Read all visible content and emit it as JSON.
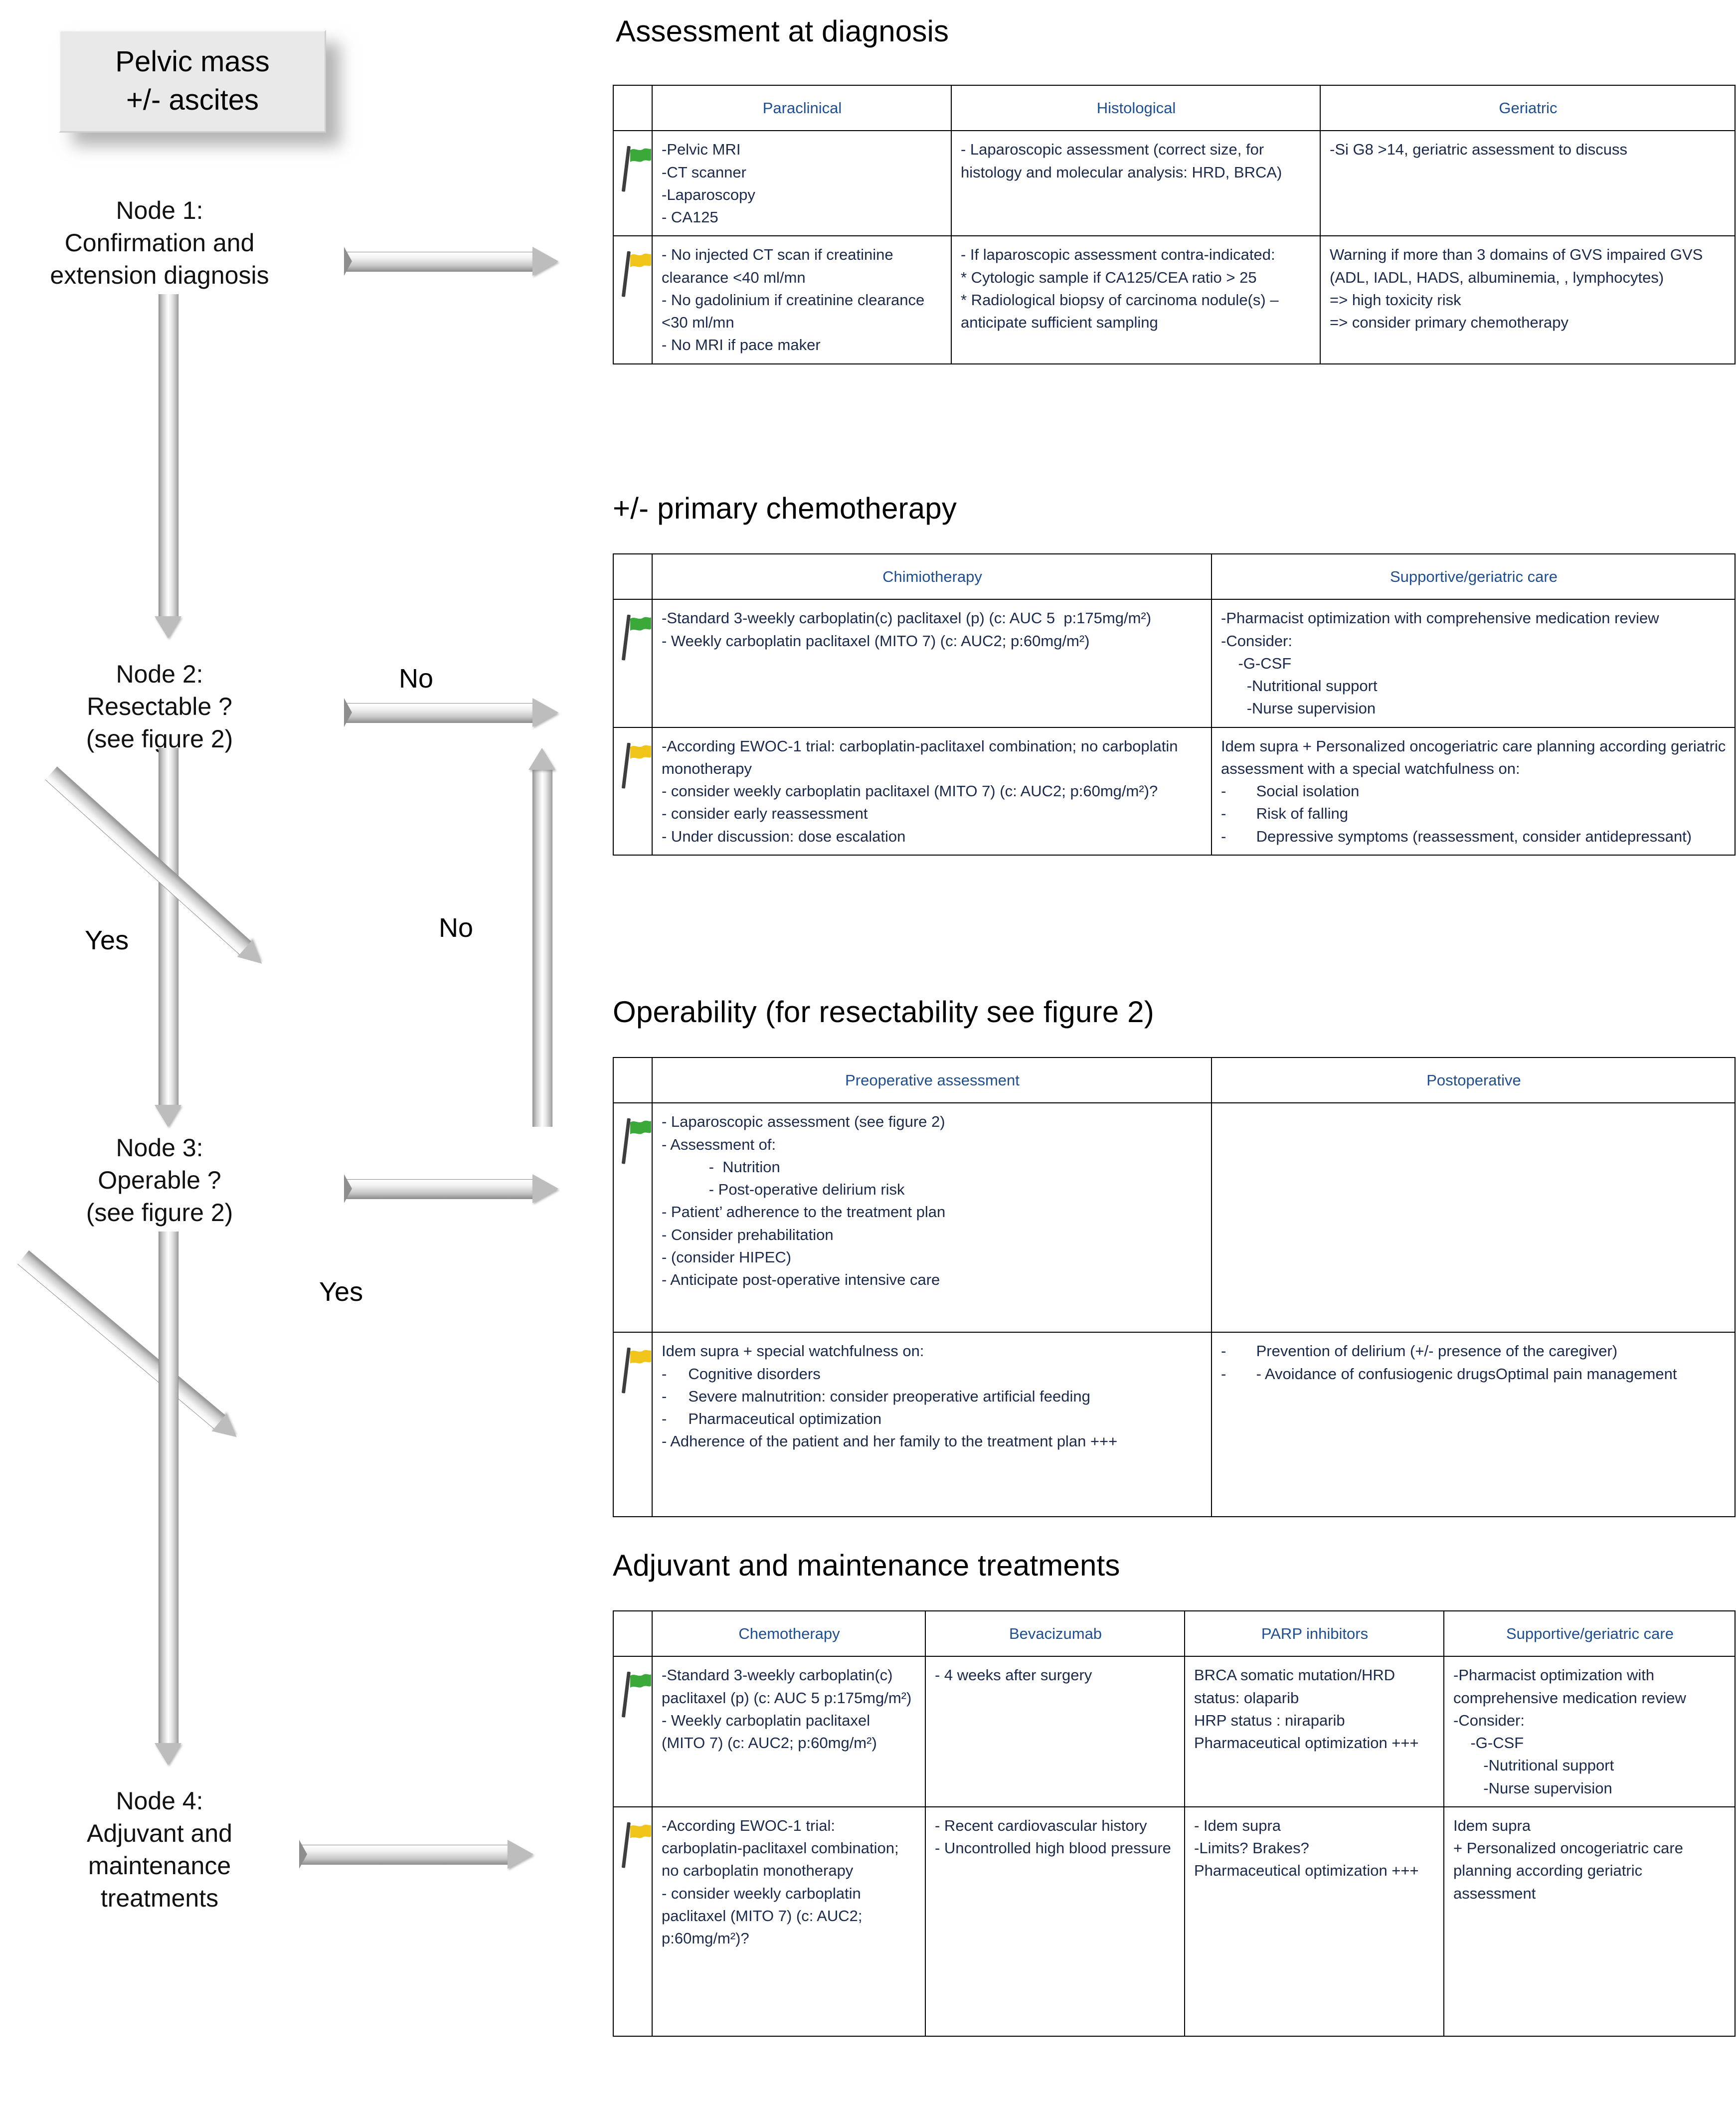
{
  "flow": {
    "start_box": "Pelvic mass\n+/- ascites",
    "start_box_line1": "Pelvic mass",
    "start_box_line2": "+/- ascites",
    "nodes": [
      {
        "id": "node1",
        "label": "Node 1:\nConfirmation and\nextension diagnosis"
      },
      {
        "id": "node2",
        "label": "Node 2:\nResectable ?\n(see figure 2)"
      },
      {
        "id": "node3",
        "label": "Node 3:\nOperable ?\n(see figure 2)"
      },
      {
        "id": "node4",
        "label": "Node 4:\nAdjuvant and\nmaintenance\ntreatments"
      }
    ],
    "edge_labels": {
      "node2_no": "No",
      "node2_yes": "Yes",
      "return_no": "No",
      "node3_yes": "Yes"
    }
  },
  "sections": [
    {
      "id": "assessment",
      "title": "Assessment at diagnosis",
      "columns": [
        "Paraclinical",
        "Histological",
        "Geriatric"
      ],
      "rows": [
        {
          "flag": "green",
          "cells": [
            "-Pelvic MRI\n-CT scanner\n-Laparoscopy\n- CA125",
            "- Laparoscopic assessment (correct size, for histology and molecular analysis: HRD, BRCA)",
            "-Si G8 >14, geriatric assessment to discuss"
          ]
        },
        {
          "flag": "yellow",
          "cells": [
            "- No injected CT scan if creatinine clearance <40 ml/mn\n- No gadolinium if creatinine clearance <30 ml/mn\n- No MRI if pace maker",
            "- If laparoscopic assessment contra-indicated:\n* Cytologic sample if CA125/CEA ratio > 25\n* Radiological biopsy of carcinoma nodule(s) – anticipate sufficient sampling",
            "Warning if more than 3 domains of GVS impaired GVS (ADL, IADL, HADS, albuminemia, , lymphocytes)\n=> high toxicity risk\n=> consider primary chemotherapy"
          ]
        }
      ]
    },
    {
      "id": "primary-chemo",
      "title": "+/- primary chemotherapy",
      "columns": [
        "Chimiotherapy",
        "Supportive/geriatric care"
      ],
      "rows": [
        {
          "flag": "green",
          "cells": [
            "-Standard 3-weekly carboplatin(c) paclitaxel (p) (c: AUC 5  p:175mg/m²)\n- Weekly carboplatin paclitaxel (MITO 7) (c: AUC2; p:60mg/m²)",
            "-Pharmacist optimization with comprehensive medication review\n-Consider:\n    -G-CSF\n      -Nutritional support\n      -Nurse supervision"
          ]
        },
        {
          "flag": "yellow",
          "cells": [
            "-According EWOC-1 trial: carboplatin-paclitaxel combination; no carboplatin monotherapy\n- consider weekly carboplatin paclitaxel (MITO 7) (c: AUC2; p:60mg/m²)?\n- consider early reassessment\n- Under discussion: dose escalation",
            "Idem supra + Personalized oncogeriatric care planning according geriatric assessment with a special watchfulness on:\n-       Social isolation\n-       Risk of falling\n-       Depressive symptoms (reassessment, consider antidepressant)"
          ]
        }
      ]
    },
    {
      "id": "operability",
      "title": "Operability (for resectability see figure 2)",
      "columns": [
        "Preoperative assessment",
        "Postoperative"
      ],
      "rows": [
        {
          "flag": "green",
          "cells": [
            "- Laparoscopic assessment (see figure 2)\n- Assessment of:\n           -  Nutrition\n           - Post-operative delirium risk\n- Patient’ adherence to the treatment plan\n- Consider prehabilitation\n- (consider HIPEC)\n- Anticipate post-operative intensive care",
            ""
          ]
        },
        {
          "flag": "yellow",
          "cells": [
            "Idem supra + special watchfulness on:\n-     Cognitive disorders\n-     Severe malnutrition: consider preoperative artificial feeding\n-     Pharmaceutical optimization\n- Adherence of the patient and her family to the treatment plan +++",
            "-       Prevention of delirium (+/- presence of the caregiver)\n-       - Avoidance of confusiogenic drugsOptimal pain management"
          ]
        }
      ]
    },
    {
      "id": "adjuvant",
      "title": "Adjuvant and maintenance treatments",
      "columns": [
        "Chemotherapy",
        "Bevacizumab",
        "PARP inhibitors",
        "Supportive/geriatric care"
      ],
      "rows": [
        {
          "flag": "green",
          "cells": [
            "-Standard 3-weekly carboplatin(c) paclitaxel (p) (c: AUC 5 p:175mg/m²)\n- Weekly carboplatin paclitaxel (MITO 7) (c: AUC2; p:60mg/m²)",
            "- 4 weeks after surgery",
            "BRCA somatic mutation/HRD status: olaparib\nHRP status : niraparib\nPharmaceutical optimization +++",
            "-Pharmacist optimization with comprehensive medication review\n-Consider:\n    -G-CSF\n       -Nutritional support\n       -Nurse supervision"
          ]
        },
        {
          "flag": "yellow",
          "cells": [
            "-According EWOC-1 trial: carboplatin-paclitaxel combination; no carboplatin monotherapy\n- consider weekly carboplatin paclitaxel (MITO 7) (c: AUC2; p:60mg/m²)?",
            "- Recent cardiovascular history\n- Uncontrolled high blood pressure",
            "- Idem supra\n-Limits? Brakes?\nPharmaceutical optimization +++",
            "Idem supra\n+ Personalized oncogeriatric care planning according geriatric assessment"
          ]
        }
      ]
    }
  ],
  "colors": {
    "header_text": "#1f4e90",
    "body_text": "#1b2a4a",
    "flag_green": "#3aa93a",
    "flag_yellow": "#f0c419",
    "flag_pole": "#3e3e3e",
    "start_box_fill": "#e9e9e9",
    "arrow_fill": "#c9c9c9",
    "border": "#000000"
  },
  "icons": {
    "green_flag": "green-flag-icon",
    "yellow_flag": "yellow-flag-icon",
    "arrow_right": "arrow-right-icon",
    "arrow_down": "arrow-down-icon",
    "arrow_up": "arrow-up-icon",
    "arrow_diagonal": "arrow-diagonal-icon"
  }
}
